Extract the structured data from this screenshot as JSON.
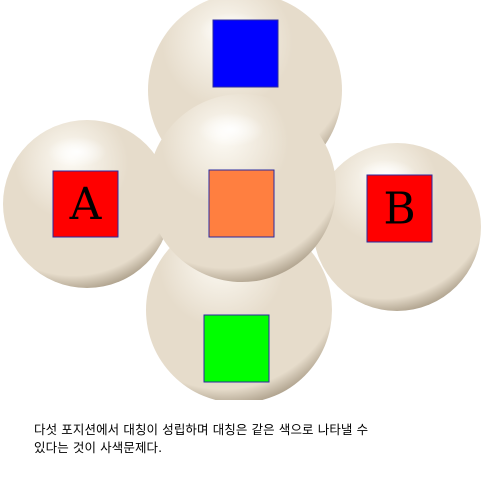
{
  "balls": [
    {
      "name": "ball-top",
      "square_color": "#0000ff",
      "label": ""
    },
    {
      "name": "ball-left",
      "square_color": "#ff0000",
      "label": "A"
    },
    {
      "name": "ball-right",
      "square_color": "#ff0000",
      "label": "B"
    },
    {
      "name": "ball-bottom",
      "square_color": "#00ff00",
      "label": ""
    },
    {
      "name": "ball-center",
      "square_color": "#ff7f40",
      "label": ""
    }
  ],
  "colors": {
    "ball_highlight": "#fdfbf5",
    "ball_mid": "#e6dccb",
    "ball_shadow": "#9c8e78",
    "square_border": "#2a2aa0"
  },
  "caption": {
    "line1": "다섯 포지션에서 대칭이 성립하며 대칭은 같은 색으로 나타낼 수",
    "line2": "있다는 것이 사색문제다."
  }
}
